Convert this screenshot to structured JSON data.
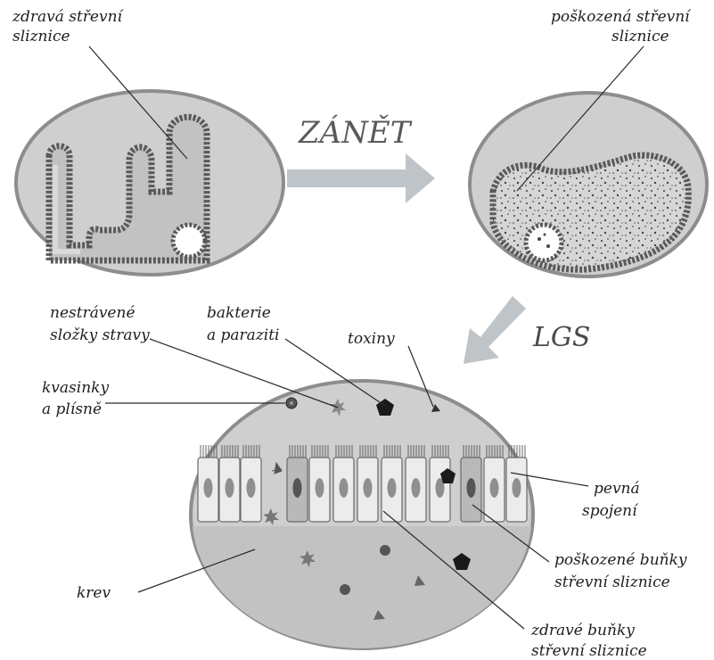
{
  "top_left": {
    "label_lines": [
      "zdravá střevní",
      "sliznice"
    ]
  },
  "top_right": {
    "label_lines": [
      "poškozená střevní",
      "sliznice"
    ]
  },
  "arrow_main": {
    "label": "ZÁNĚT"
  },
  "arrow_lgs": {
    "label": "LGS"
  },
  "bottom": {
    "labels": {
      "undigested": [
        "nestrávené",
        "složky stravy"
      ],
      "bacteria": [
        "bakterie",
        "a paraziti"
      ],
      "toxins": [
        "toxiny"
      ],
      "yeast": [
        "kvasinky",
        "a plísně"
      ],
      "tight": [
        "pevná",
        "spojení"
      ],
      "damaged": [
        "poškozené buňky",
        "střevní sliznice"
      ],
      "blood": [
        "krev"
      ],
      "healthy": [
        "zdravé buňky",
        "střevní sliznice"
      ]
    }
  },
  "colors": {
    "oval_fill": "#cfcfcf",
    "oval_stroke": "#8d8d8d",
    "arrow": "#bfc4c8",
    "text": "#1e1e1e"
  }
}
